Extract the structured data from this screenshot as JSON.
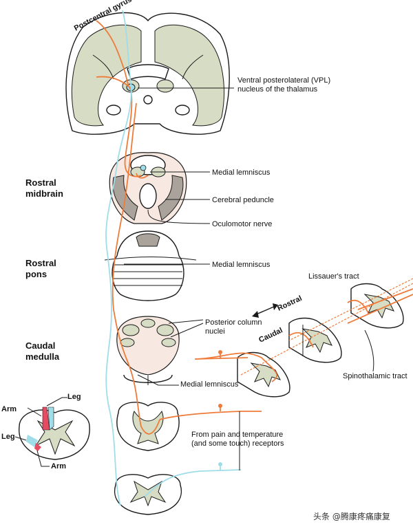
{
  "labels": {
    "postcentral_gyrus": "Postcentral gyrus",
    "vpl_line1": "Ventral posterolateral (VPL)",
    "vpl_line2": "nucleus of the thalamus",
    "medial_lemniscus_midbrain": "Medial lemniscus",
    "cerebral_peduncle": "Cerebral peduncle",
    "oculomotor_nerve": "Oculomotor nerve",
    "medial_lemniscus_pons": "Medial lemniscus",
    "posterior_column_line1": "Posterior column",
    "posterior_column_line2": "nuclei",
    "medial_lemniscus_medulla": "Medial lemniscus",
    "lissauers_tract": "Lissauer's tract",
    "rostral": "Rostral",
    "caudal": "Caudal",
    "spinothalamic_tract": "Spinothalamic tract",
    "receptors_line1": "From pain and temperature",
    "receptors_line2": "(and some touch) receptors",
    "leg_top": "Leg",
    "arm_top": "Arm",
    "leg_side": "Leg",
    "arm_bottom": "Arm"
  },
  "section_titles": {
    "rostral_midbrain_1": "Rostral",
    "rostral_midbrain_2": "midbrain",
    "rostral_pons_1": "Rostral",
    "rostral_pons_2": "pons",
    "caudal_medulla_1": "Caudal",
    "caudal_medulla_2": "medulla"
  },
  "watermark": "头条 @腾康疼痛康复",
  "colors": {
    "pathway_orange": "#ee7b3a",
    "pathway_cyan": "#9fdde8",
    "gray_matter": "#d7dcc4",
    "arm_region": "#e64b64"
  }
}
